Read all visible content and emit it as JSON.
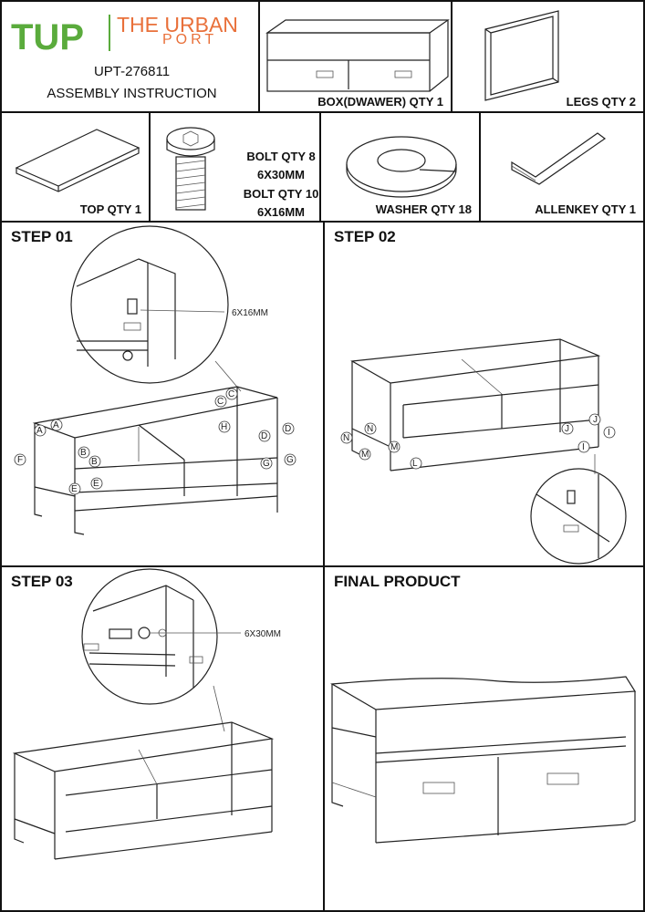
{
  "header": {
    "logo_mark": "TUP",
    "brand_line1": "THE URBAN",
    "brand_line2": "PORT",
    "model": "UPT-276811",
    "doc_title": "ASSEMBLY INSTRUCTION",
    "colors": {
      "green": "#5aab3c",
      "orange": "#e9703a"
    }
  },
  "parts": {
    "box": "BOX(DWAWER) QTY 1",
    "legs": "LEGS QTY 2",
    "top": "TOP QTY 1",
    "bolt_l1": "BOLT QTY 8",
    "bolt_l2": "6X30MM",
    "bolt_l3": "BOLT QTY 10",
    "bolt_l4": "6X16MM",
    "washer": "WASHER QTY 18",
    "allenkey": "ALLENKEY QTY 1"
  },
  "steps": {
    "s1": "STEP 01",
    "s1_bolt": "6X16MM",
    "s2": "STEP 02",
    "s3": "STEP 03",
    "s3_bolt": "6X30MM",
    "final": "FINAL PRODUCT"
  },
  "labels": {
    "A": "A",
    "B": "B",
    "C": "C",
    "D": "D",
    "E": "E",
    "F": "F",
    "G": "G",
    "H": "H",
    "I": "I",
    "J": "J",
    "L": "L",
    "M": "M",
    "N": "N"
  }
}
